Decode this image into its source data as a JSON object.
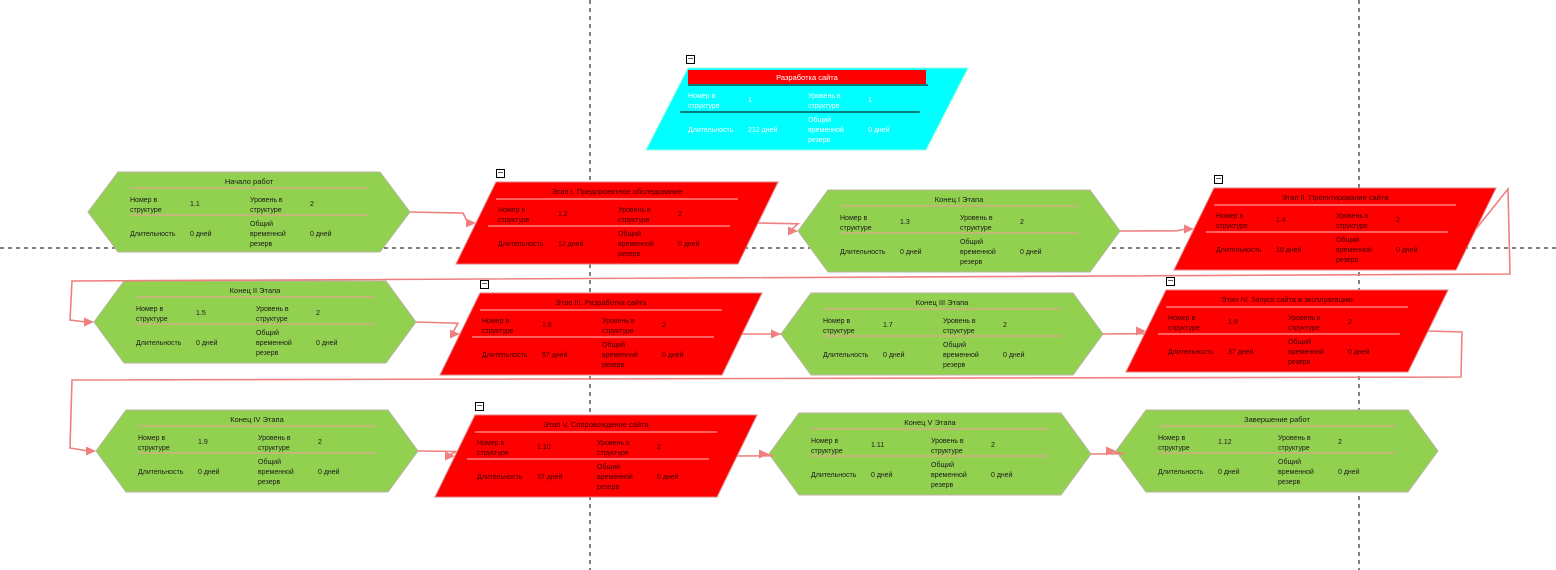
{
  "labels": {
    "num": "Номер в структуре",
    "level": "Уровень в структуре",
    "duration": "Длительность",
    "reserve": "Общий временной резерв"
  },
  "collapse_symbol": "−",
  "root": {
    "title": "Разработка сайта",
    "num": "1",
    "level": "1",
    "duration": "212 дней",
    "reserve": "0 дней"
  },
  "nodes": [
    {
      "title": "Начало работ",
      "num": "1.1",
      "level": "2",
      "duration": "0 дней",
      "reserve": "0 дней"
    },
    {
      "title": "Этап I. Предпроектное обследование",
      "num": "1.2",
      "level": "2",
      "duration": "12 дней",
      "reserve": "0 дней"
    },
    {
      "title": "Конец I Этапа",
      "num": "1.3",
      "level": "2",
      "duration": "0 дней",
      "reserve": "0 дней"
    },
    {
      "title": "Этап II. Проектирование сайта",
      "num": "1.4",
      "level": "2",
      "duration": "16 дней",
      "reserve": "0 дней"
    },
    {
      "title": "Конец II Этапа",
      "num": "1.5",
      "level": "2",
      "duration": "0 дней",
      "reserve": "0 дней"
    },
    {
      "title": "Этап III. Разработка сайта",
      "num": "1.6",
      "level": "2",
      "duration": "57 дней",
      "reserve": "0 дней"
    },
    {
      "title": "Конец III Этапа",
      "num": "1.7",
      "level": "2",
      "duration": "0 дней",
      "reserve": "0 дней"
    },
    {
      "title": "Этап IV. Запуск сайта в эксплуатацию",
      "num": "1.8",
      "level": "2",
      "duration": "37 дней",
      "reserve": "0 дней"
    },
    {
      "title": "Конец IV Этапа",
      "num": "1.9",
      "level": "2",
      "duration": "0 дней",
      "reserve": "0 дней"
    },
    {
      "title": "Этап V. Сопровождение сайта",
      "num": "1.10",
      "level": "2",
      "duration": "37 дней",
      "reserve": "0 дней"
    },
    {
      "title": "Конец V Этапа",
      "num": "1.11",
      "level": "2",
      "duration": "0 дней",
      "reserve": "0 дней"
    },
    {
      "title": "Завершение работ",
      "num": "1.12",
      "level": "2",
      "duration": "0 дней",
      "reserve": "0 дней"
    }
  ],
  "colors": {
    "milestone": "#92d050",
    "phase": "#ff0000",
    "root": "#00ffff",
    "connector": "#f08080"
  }
}
